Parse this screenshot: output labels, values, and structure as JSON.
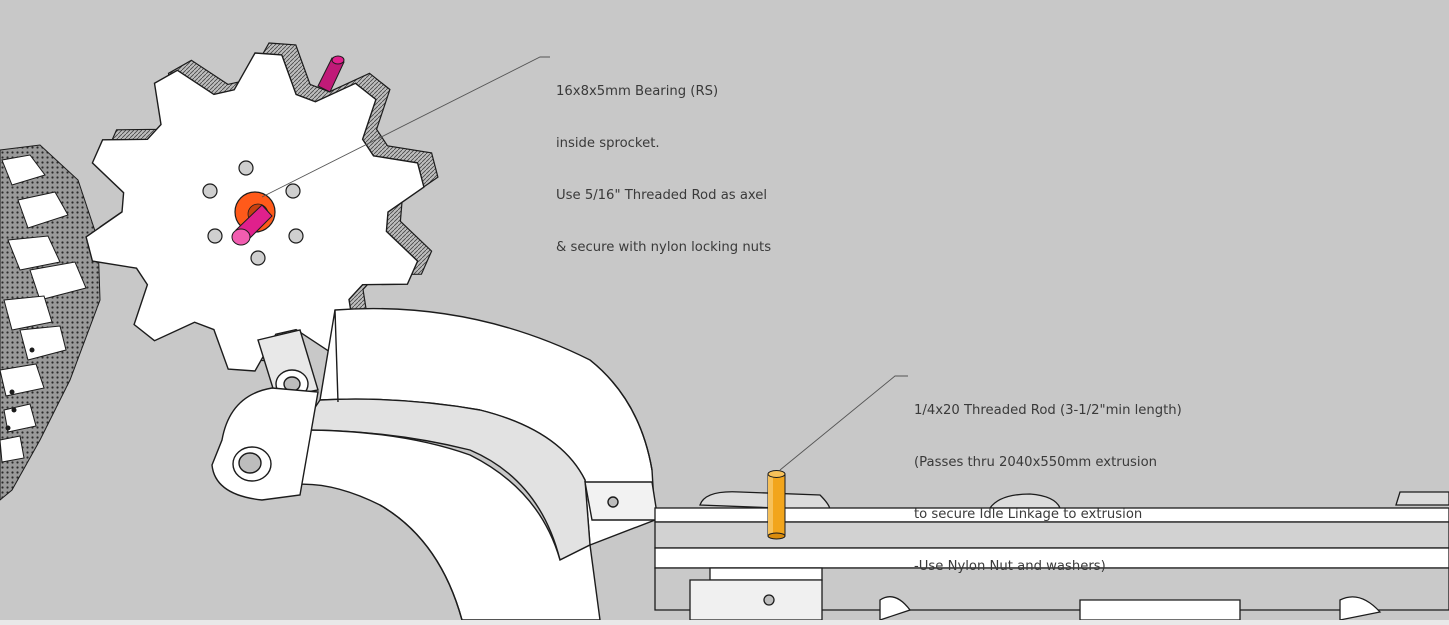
{
  "annotations": {
    "bearing": {
      "lines": [
        "16x8x5mm Bearing (RS)",
        "inside sprocket.",
        "Use 5/16\" Threaded Rod as axel",
        "& secure with nylon locking nuts"
      ]
    },
    "rod": {
      "lines": [
        "1/4x20 Threaded Rod (3-1/2\"min length)",
        "(Passes thru 2040x550mm extrusion",
        "to secure Idle Linkage to extrusion",
        "-Use Nylon Nut and washers)"
      ]
    }
  },
  "colors": {
    "background": "#c8c8c8",
    "part_face": "#ffffff",
    "part_shade": "#d9d9d9",
    "edge": "#1c1c1c",
    "bearing": "#ff5a1a",
    "axle_rod": "#e0208c",
    "threaded_rod": "#f2a51c",
    "leader_line": "#555555"
  }
}
